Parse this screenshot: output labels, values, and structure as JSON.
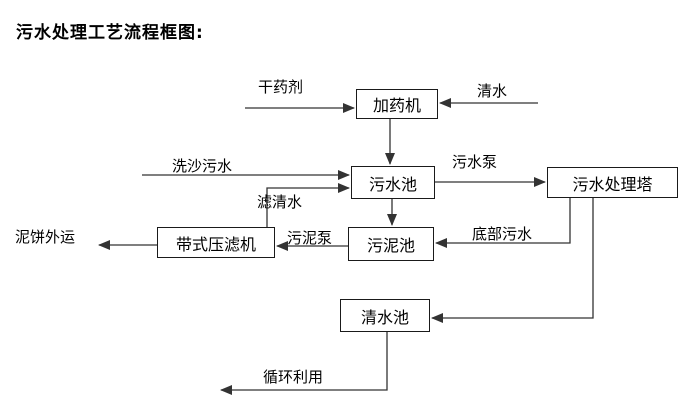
{
  "title": "污水处理工艺流程框图:",
  "nodes": {
    "dosing_machine": "加药机",
    "sewage_pool": "污水池",
    "treatment_tower": "污水处理塔",
    "sludge_pool": "污泥池",
    "belt_filter_press": "带式压滤机",
    "clean_water_pool": "清水池"
  },
  "flow_labels": {
    "dry_chemical": "干药剂",
    "clean_water": "清水",
    "sand_washing_sewage": "洗沙污水",
    "sewage_pump": "污水泵",
    "filtered_water": "滤清水",
    "sludge_pump": "污泥泵",
    "bottom_sewage": "底部污水",
    "mud_cake_out": "泥饼外运",
    "recycle_reuse": "循环利用"
  },
  "edges": [
    {
      "from": "干药剂",
      "to": "加药机",
      "label": ""
    },
    {
      "from": "清水",
      "to": "加药机",
      "label": ""
    },
    {
      "from": "加药机",
      "to": "污水池",
      "label": ""
    },
    {
      "from": "洗沙污水",
      "to": "污水池",
      "label": ""
    },
    {
      "from": "带式压滤机",
      "to": "污水池",
      "label": "滤清水"
    },
    {
      "from": "污水池",
      "to": "污水处理塔",
      "label": "污水泵"
    },
    {
      "from": "污水池",
      "to": "污泥池",
      "label": ""
    },
    {
      "from": "污水处理塔",
      "to": "污泥池",
      "label": "底部污水"
    },
    {
      "from": "污泥池",
      "to": "带式压滤机",
      "label": "污泥泵"
    },
    {
      "from": "带式压滤机",
      "to": "泥饼外运",
      "label": ""
    },
    {
      "from": "污水处理塔",
      "to": "清水池",
      "label": ""
    },
    {
      "from": "清水池",
      "to": "循环利用",
      "label": ""
    }
  ],
  "colors": {
    "line": "#333333",
    "box_border": "#1a1a1a",
    "text": "#000000",
    "background": "#ffffff"
  }
}
